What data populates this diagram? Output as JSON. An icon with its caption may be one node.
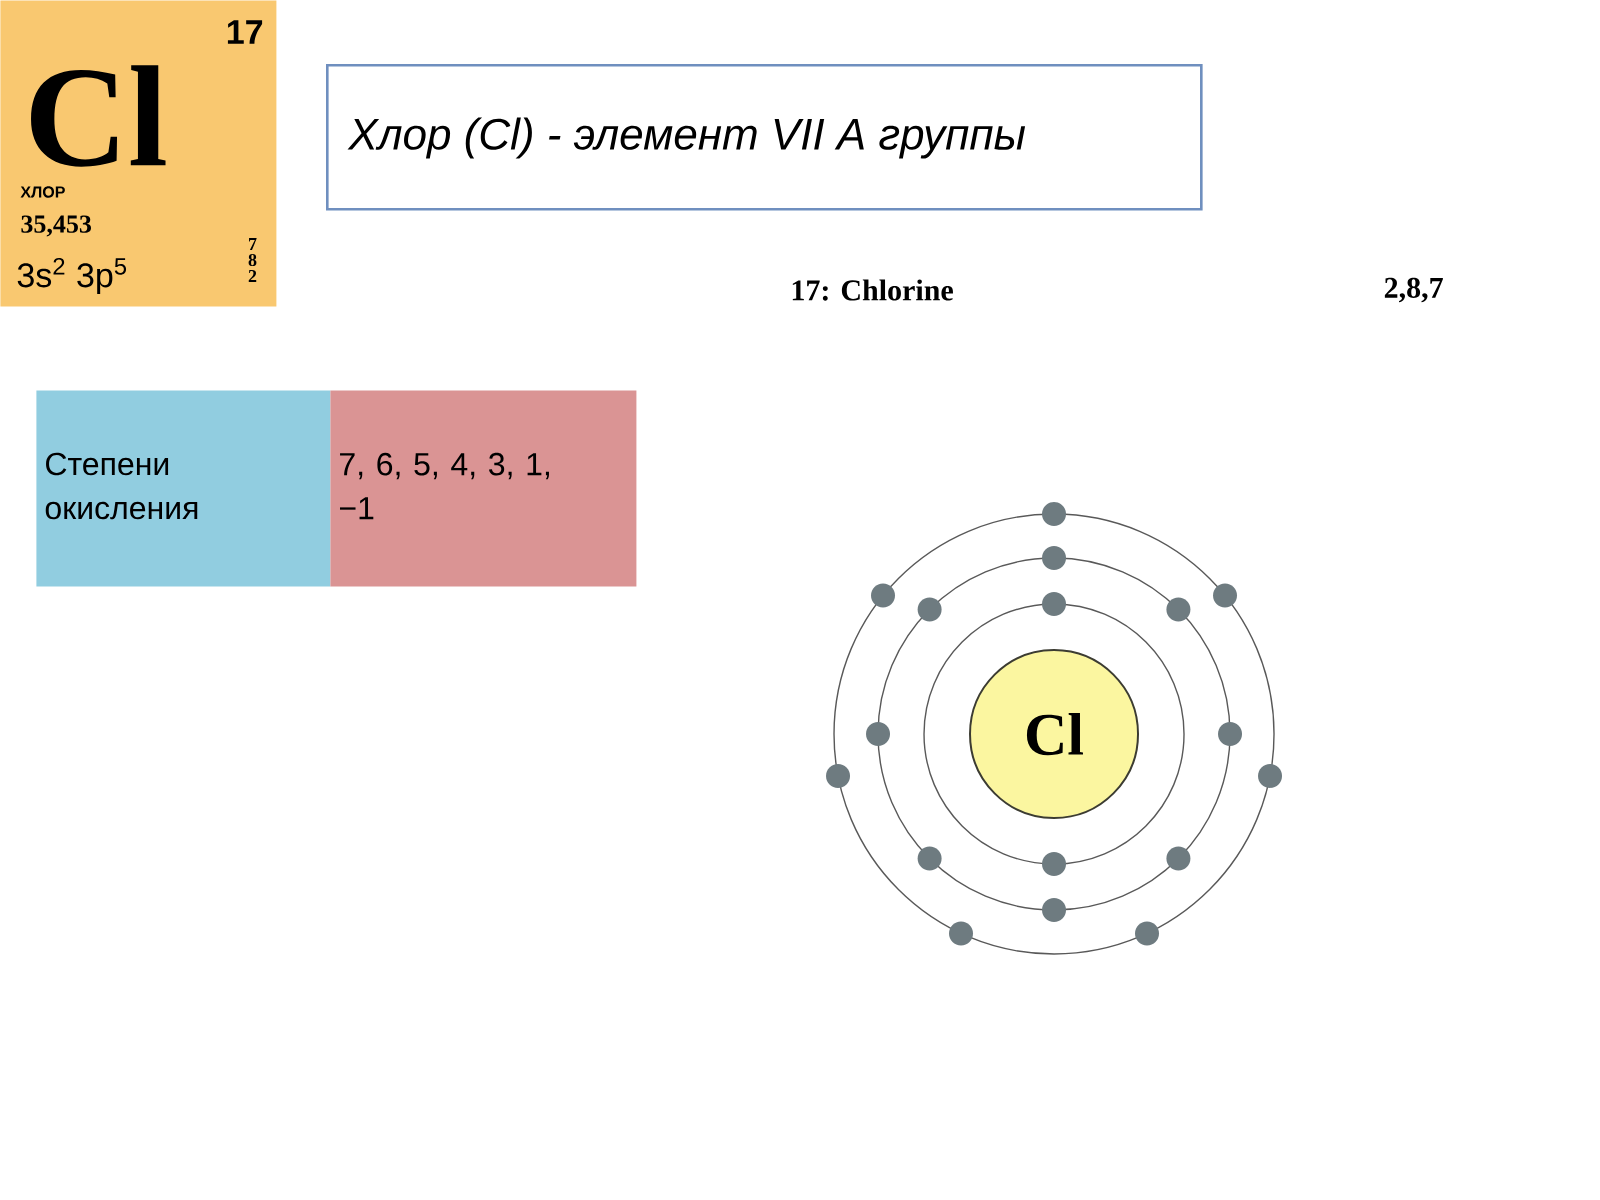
{
  "diagram": {
    "nodes": [
      {
        "text": [
          "17",
          "Cl",
          "ХЛОР",
          "35,453",
          "3s$^{2}$ 3p$^{5}$",
          "7 8 2"
        ]
      },
      {
        "text": [
          "Хлор (Cl) - элемент VII A группы"
        ]
      },
      {
        "text": [
          "Степени окисления"
        ]
      },
      {
        "text": [
          "7, 6, 5, 4, 3, 1, −1"
        ]
      },
      {
        "text": [
          "Cl"
        ]
      }
    ],
    "labels": [
      "17: Chlorine",
      "2,8,7"
    ]
  }
}
